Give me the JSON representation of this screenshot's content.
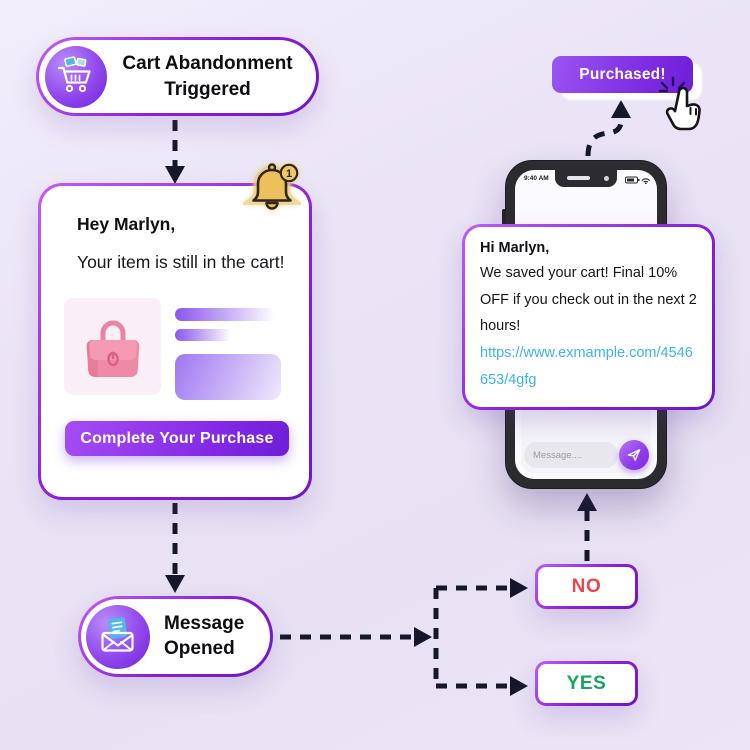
{
  "colors": {
    "accent_purple": "#7c3aed",
    "border_purple": "#8a1fd6",
    "arrow_dark": "#17172b",
    "no_red": "#e8484d",
    "yes_green": "#17a45c",
    "link_blue": "#3db3e9",
    "bell_gold": "#ecc05a",
    "bag_pink": "#ef8aa6",
    "background_lavender": "#e9e3f5"
  },
  "trigger": {
    "label": "Cart Abandonment Triggered"
  },
  "notification_card": {
    "greeting": "Hey Marlyn,",
    "body": "Your item is still in the cart!",
    "cta_label": "Complete Your Purchase",
    "badge_count": "1"
  },
  "message_opened": {
    "label": "Message Opened"
  },
  "decision": {
    "no_label": "NO",
    "yes_label": "YES"
  },
  "phone": {
    "status_time": "9:40 AM",
    "bubble": {
      "greeting": "Hi Marlyn,",
      "text": "We saved your cart! Final 10% OFF if you check out in the next 2 hours! ",
      "link": "https://www.exmample.com/4546653/4gfg"
    },
    "input_placeholder": "Message...."
  },
  "purchased": {
    "label": "Purchased!"
  },
  "icons": {
    "cart": "shopping-cart",
    "bell": "notification-bell-with-badge",
    "envelope": "open-envelope-with-message",
    "send": "paper-plane",
    "cursor": "hand-pointer-clicking",
    "battery": "battery-level",
    "wifi": "wifi-signal"
  }
}
